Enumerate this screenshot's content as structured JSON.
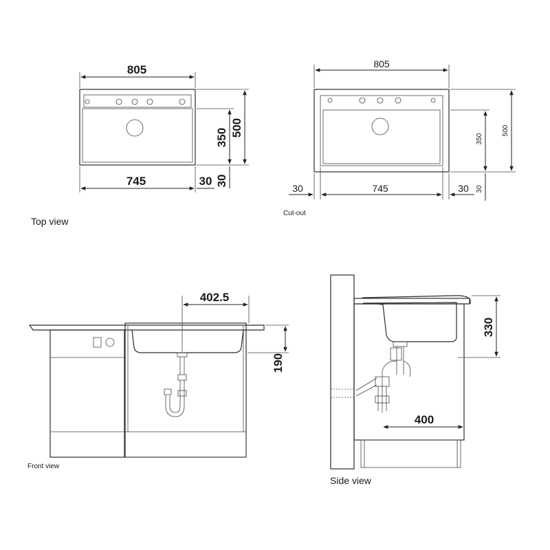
{
  "views": {
    "top": {
      "caption": "Top view",
      "dims": {
        "total_width": "805",
        "inner_width": "745",
        "right_margin": "30",
        "depth": "500",
        "basin_depth": "350",
        "bottom_margin": "30"
      }
    },
    "cutout": {
      "caption": "Cut-out",
      "dims": {
        "total_width": "805",
        "left_margin": "30",
        "inner_width": "745",
        "right_margin": "30",
        "depth": "500",
        "basin_depth": "350",
        "bottom_margin": "30"
      }
    },
    "front": {
      "caption": "Front view",
      "dims": {
        "drain_offset": "402.5",
        "bowl_depth": "190"
      }
    },
    "side": {
      "caption": "Side view",
      "dims": {
        "height": "330",
        "drain_distance": "400"
      }
    }
  },
  "colors": {
    "line": "#2b2b2b",
    "background": "#ffffff"
  }
}
